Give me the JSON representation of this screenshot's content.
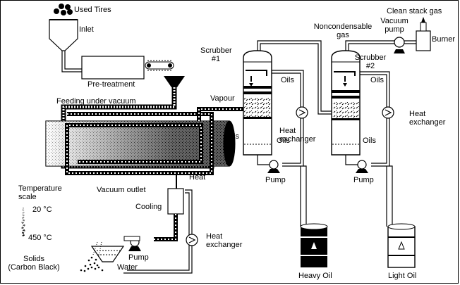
{
  "labels": {
    "used_tires": "Used Tires",
    "inlet": "Inlet",
    "pre_treatment": "Pre-treatment",
    "feeding_under_vacuum": "Feeding under vacuum",
    "vapour": "Vapour",
    "oils_reactor": "Oils",
    "heat": "Heat",
    "vacuum_outlet": "Vacuum outlet",
    "cooling": "Cooling",
    "temperature_scale": "Temperature\nscale",
    "temp_low": "20 °C",
    "temp_high": "450 °C",
    "solids": "Solids\n(Carbon Black)",
    "water": "Water",
    "pump_bottom": "Pump",
    "heat_exchanger_bottom": "Heat\nexchanger",
    "scrubber1": "Scrubber\n#1",
    "oils_s1_top": "Oils",
    "oils_s1_bottom": "Oils",
    "heat_exchanger_1": "Heat\nexchanger",
    "pump_1": "Pump",
    "heavy_oil": "Heavy Oil",
    "noncondensable_gas": "Noncondensable\ngas",
    "clean_stack_gas": "Clean stack gas",
    "vacuum_pump": "Vacuum\npump",
    "burner": "Burner",
    "scrubber2": "Scrubber\n#2",
    "oils_s2_top": "Oils",
    "oils_s2_bottom": "Oils",
    "heat_exchanger_2": "Heat\nexchanger",
    "pump_2": "Pump",
    "light_oil": "Light Oil"
  }
}
